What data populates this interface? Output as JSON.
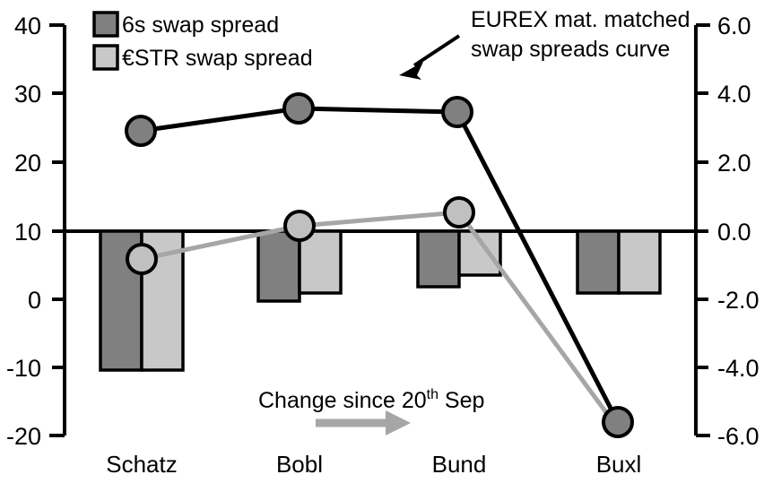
{
  "chart_data": {
    "type": "bar",
    "title": "",
    "subtitle": "",
    "xlabel": "",
    "ylabel": "",
    "categories": [
      "Schatz",
      "Bobl",
      "Bund",
      "Buxl"
    ],
    "left_axis": {
      "ylim": [
        -20,
        40
      ],
      "ticks": [
        40,
        30,
        20,
        10,
        0,
        -10,
        -20
      ],
      "tick_labels": [
        "40",
        "30",
        "20",
        "10",
        "0",
        "-10",
        "-20"
      ],
      "applies_to": "bars"
    },
    "right_axis": {
      "ylim": [
        -6.0,
        6.0
      ],
      "ticks": [
        6.0,
        4.0,
        2.0,
        0.0,
        -2.0,
        -4.0,
        -6.0
      ],
      "tick_labels": [
        "6.0",
        "4.0",
        "2.0",
        "0.0",
        "-2.0",
        "-4.0",
        "-6.0"
      ],
      "applies_to": "lines"
    },
    "grid": false,
    "legend_position": "top-left",
    "zero_line_left_value": 10,
    "series": [
      {
        "name": "6s swap spread",
        "kind": "bar",
        "axis": "left",
        "color": "#808080",
        "values": [
          -10.3,
          -0.1,
          2.0,
          1.0
        ]
      },
      {
        "name": "€STR swap spread",
        "kind": "bar",
        "axis": "left",
        "color": "#c8c8c8",
        "values": [
          -10.3,
          0.9,
          3.6,
          1.1
        ]
      },
      {
        "name": "EUREX mat. matched swap spreads curve",
        "kind": "line",
        "axis": "right",
        "color": "#000000",
        "marker_fill": "#808080",
        "values": [
          2.95,
          3.6,
          3.5,
          -5.6
        ]
      },
      {
        "name": "Change since 20th Sep",
        "kind": "line",
        "axis": "right",
        "color": "#a6a6a6",
        "marker_fill": "#c0c0c0",
        "values": [
          -0.82,
          0.15,
          0.55,
          -6.2
        ]
      }
    ],
    "legend": [
      {
        "label": "6s swap spread",
        "color": "#808080"
      },
      {
        "label": "€STR swap spread",
        "color": "#c8c8c8"
      }
    ],
    "annotations": [
      {
        "id": "curve-callout",
        "line1": "EUREX mat. matched",
        "line2": "swap spreads curve",
        "has_arrow": true,
        "arrow_direction": "down-left"
      },
      {
        "id": "change-note",
        "text_before": "Change since 20",
        "superscript": "th",
        "text_after": " Sep",
        "has_arrow": true,
        "arrow_direction": "right",
        "arrow_color": "#a6a6a6"
      }
    ]
  },
  "colors": {
    "bar_dark": "#808080",
    "bar_light": "#c8c8c8",
    "line_black": "#000000",
    "line_gray": "#a6a6a6",
    "marker_gray_dark": "#808080",
    "marker_gray_light": "#c0c0c0",
    "axis": "#000000",
    "background": "#ffffff"
  }
}
